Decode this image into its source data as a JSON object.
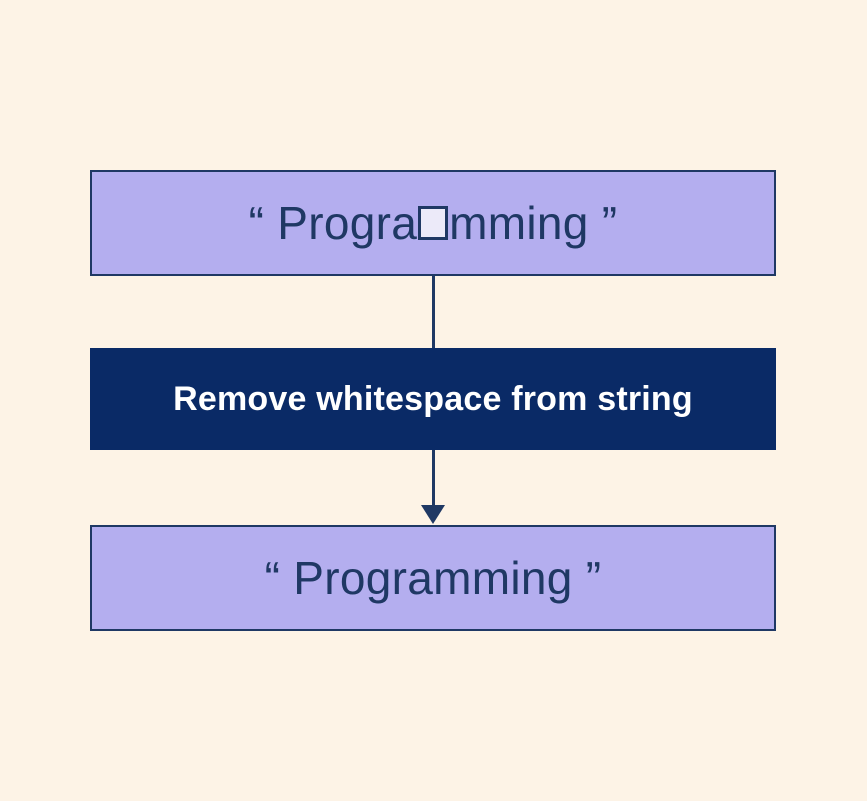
{
  "diagram": {
    "background_color": "#fdf3e6",
    "accent_color": "#1f3864",
    "box_fill_color": "#b4aeef",
    "process_fill_color": "#0a2a66",
    "nodes": [
      {
        "id": "input",
        "role": "input-string",
        "text_before": "“ Progra",
        "whitespace_marker": "whitespace-box-glyph",
        "text_after": "mming ”"
      },
      {
        "id": "process",
        "role": "operation",
        "label": "Remove whitespace from string"
      },
      {
        "id": "output",
        "role": "output-string",
        "label": "“ Programming ”"
      }
    ],
    "connectors": [
      {
        "id": "connector-1",
        "from": "input",
        "to": "process",
        "arrowhead": false
      },
      {
        "id": "connector-2",
        "from": "process",
        "to": "output",
        "arrowhead": true
      }
    ]
  }
}
